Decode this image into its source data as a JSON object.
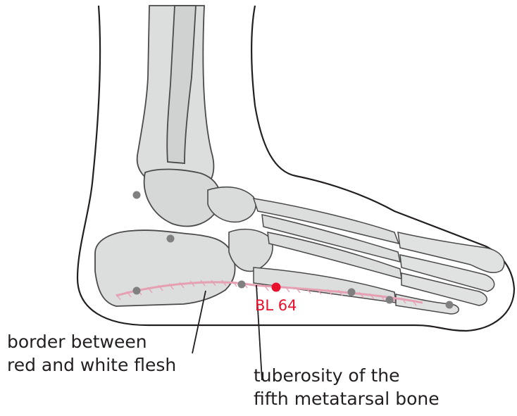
{
  "labels": {
    "border_line1": "border between",
    "border_line2": "red and white flesh",
    "tuberosity_line1": "tuberosity of the",
    "tuberosity_line2": "fifth metatarsal bone",
    "point": "BL 64"
  },
  "colors": {
    "outline": "#231f20",
    "bone_fill": "#dcdddd",
    "bone_stroke": "#4a4a4a",
    "border_hatch": "#e6a0b4",
    "neighbor_point": "#808080",
    "acupoint": "#e8112d"
  }
}
